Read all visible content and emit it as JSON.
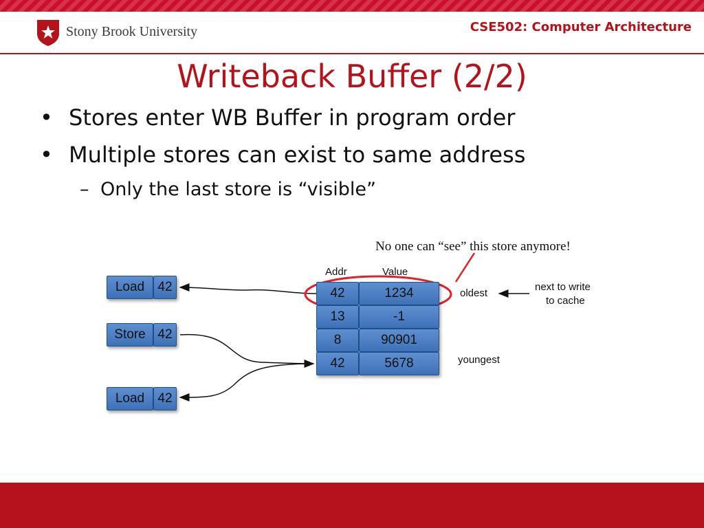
{
  "header": {
    "university": "Stony Brook University",
    "course": "CSE502: Computer Architecture"
  },
  "slide": {
    "title": "Writeback Buffer (2/2)",
    "bullets": [
      "Stores enter WB Buffer in program order",
      "Multiple stores can exist to same address"
    ],
    "sub_bullets": [
      "Only the last store is “visible”"
    ]
  },
  "diagram": {
    "callout": "No one can “see” this store anymore!",
    "col_headers": {
      "addr": "Addr",
      "value": "Value"
    },
    "buffer_rows": [
      {
        "addr": "42",
        "value": "1234"
      },
      {
        "addr": "13",
        "value": "-1"
      },
      {
        "addr": "8",
        "value": "90901"
      },
      {
        "addr": "42",
        "value": "5678"
      }
    ],
    "ops": [
      {
        "op": "Load",
        "addr": "42"
      },
      {
        "op": "Store",
        "addr": "42"
      },
      {
        "op": "Load",
        "addr": "42"
      }
    ],
    "oldest": "oldest",
    "youngest": "youngest",
    "next_to_write": "next to write",
    "to_cache": "to cache"
  },
  "colors": {
    "accent": "#b5121b",
    "box_fill": "#4a7fc1",
    "box_border": "#1f4f8c",
    "highlight": "#e0202a"
  }
}
